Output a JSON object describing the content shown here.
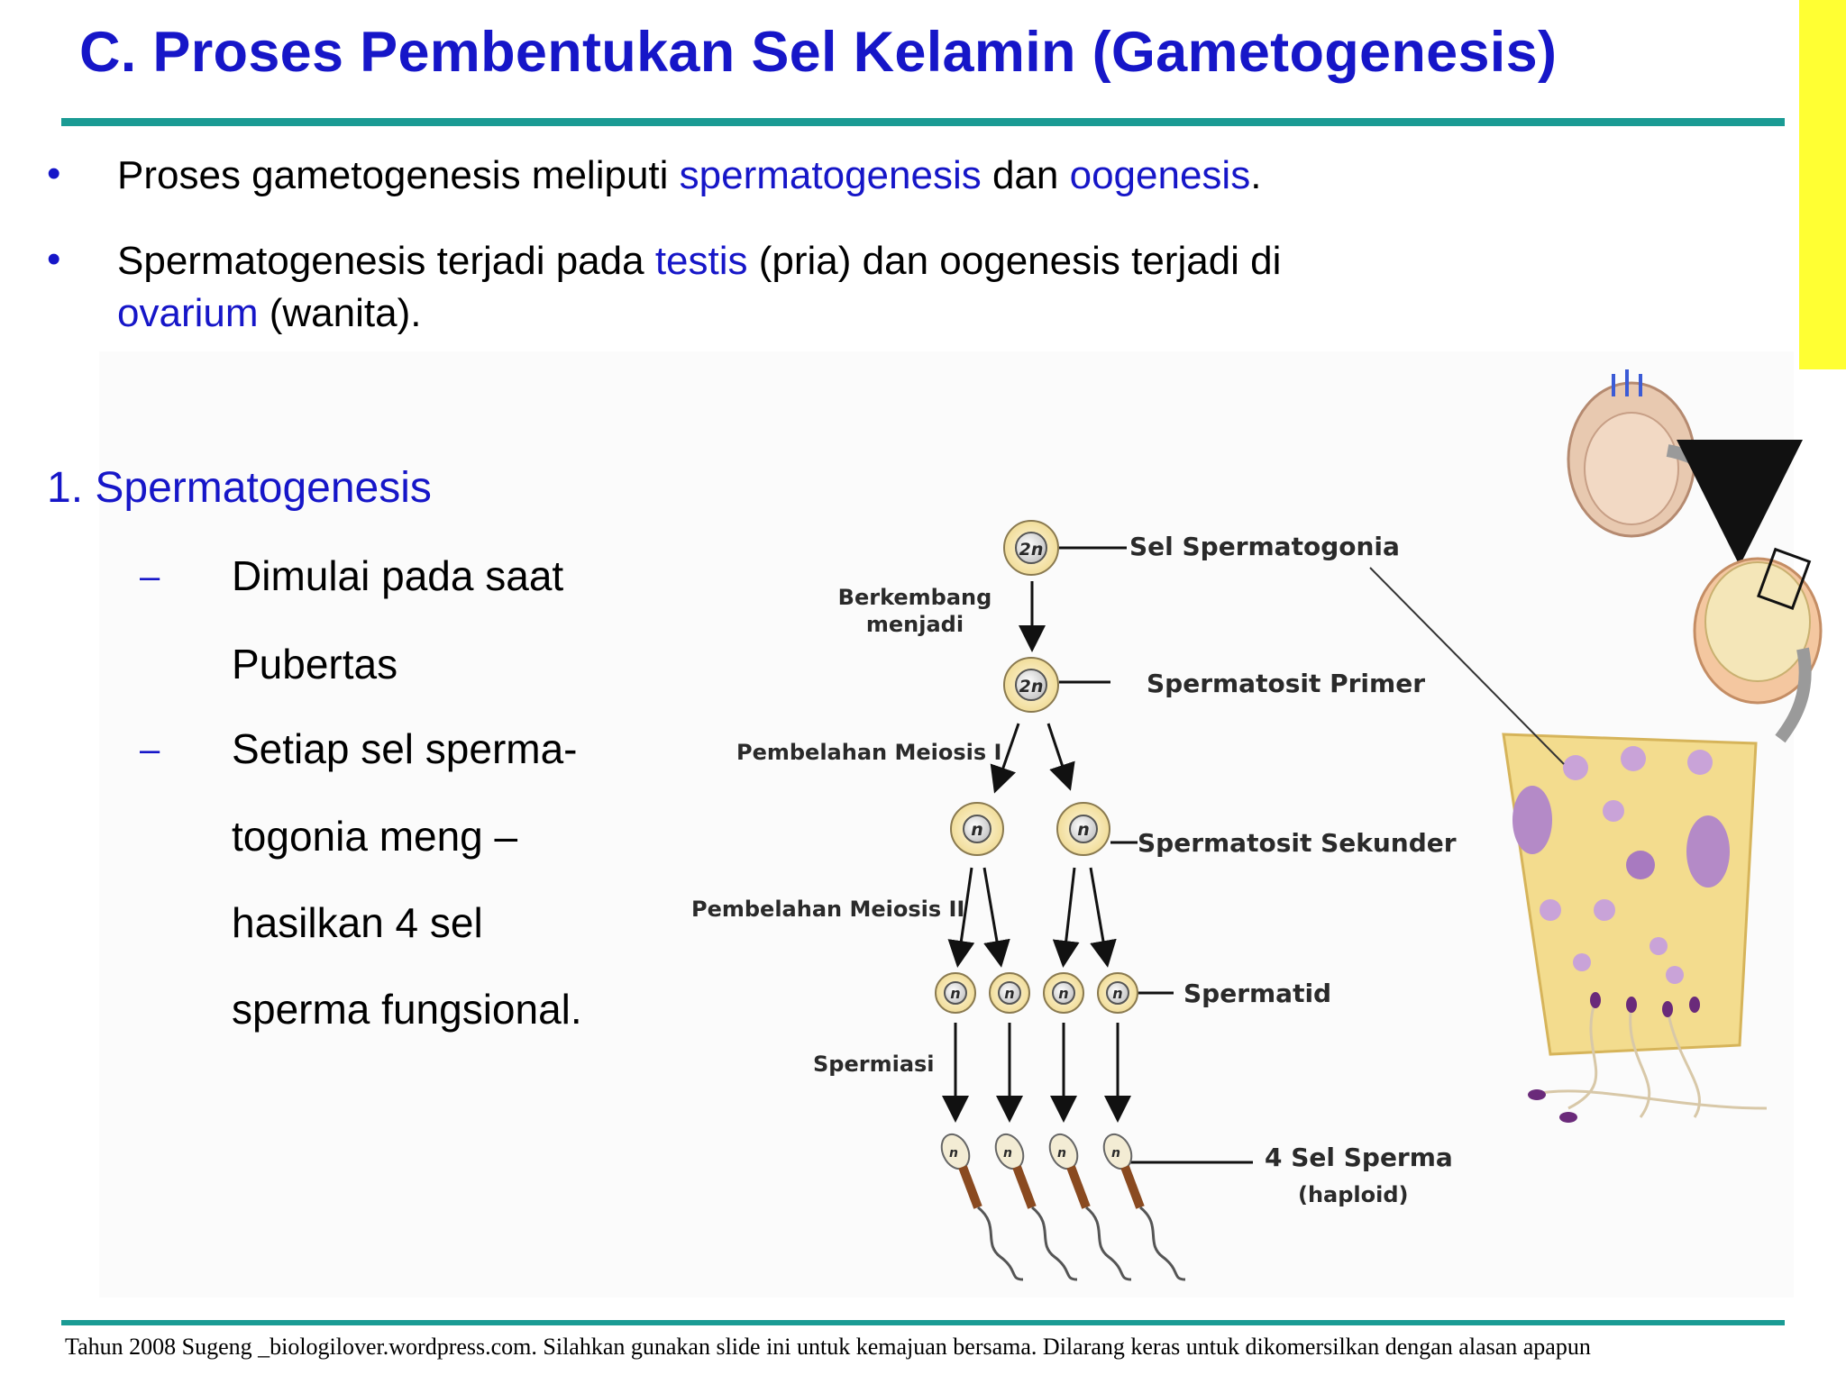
{
  "title": "C. Proses Pembentukan Sel Kelamin (Gametogenesis)",
  "bullets": [
    {
      "parts": [
        {
          "text": "Proses gametogenesis meliputi ",
          "hl": false
        },
        {
          "text": "spermatogenesis",
          "hl": true
        },
        {
          "text": " dan ",
          "hl": false
        },
        {
          "text": "oogenesis",
          "hl": true
        },
        {
          "text": ".",
          "hl": false
        }
      ]
    },
    {
      "parts": [
        {
          "text": "Spermatogenesis terjadi pada ",
          "hl": false
        },
        {
          "text": "testis",
          "hl": true
        },
        {
          "text": " (pria) dan oogenesis terjadi di ",
          "hl": false
        },
        {
          "text": "ovarium",
          "hl": true
        },
        {
          "text": " (wanita).",
          "hl": false
        }
      ]
    }
  ],
  "section_title": "1. Spermatogenesis",
  "sub_points": [
    [
      "Dimulai pada saat",
      "Pubertas"
    ],
    [
      "Setiap sel sperma-",
      "togonia meng –",
      "hasilkan 4 sel",
      "sperma fungsional."
    ]
  ],
  "diagram": {
    "stage_labels": {
      "spermatogonia": "Sel Spermatogonia",
      "primary": "Spermatosit Primer",
      "secondary": "Spermatosit Sekunder",
      "spermatid": "Spermatid",
      "sperm": "4 Sel Sperma",
      "sperm_note": "(haploid)"
    },
    "process_labels": {
      "develop_line1": "Berkembang",
      "develop_line2": "menjadi",
      "meiosis1": "Pembelahan Meiosis I",
      "meiosis2": "Pembelahan Meiosis II",
      "spermiation": "Spermiasi"
    },
    "ploidy": {
      "diploid": "2n",
      "haploid": "n"
    }
  },
  "footer": "Tahun 2008 Sugeng _biologilover.wordpress.com. Silahkan gunakan slide ini untuk kemajuan bersama. Dilarang keras untuk dikomersilkan dengan alasan apapun",
  "colors": {
    "title_blue": "#1616c8",
    "teal_rule": "#1a9b94",
    "accent_yellow": "#ffff33"
  }
}
